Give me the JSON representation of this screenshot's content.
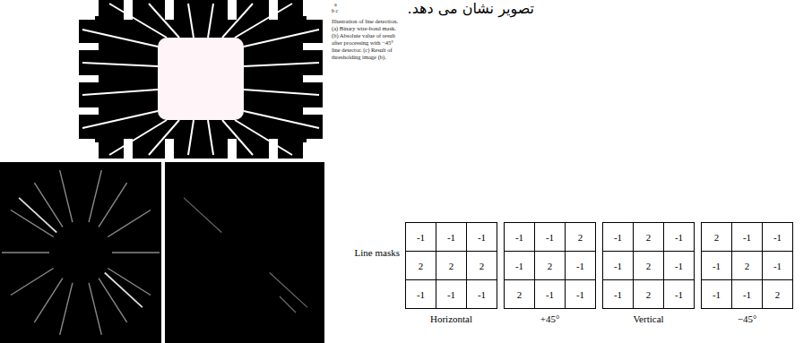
{
  "diagram": {
    "caption": "Illustration of line detection. (a) Binary wire-bond mask. (b) Absolute value of result after processing with −45° line detector. (c) Result of thresholding image (b).",
    "labels": [
      "تصویر نشان می دهد.",
      "a",
      "b c",
      "Line masks",
      "-1",
      "-1",
      "-1",
      "2",
      "2",
      "2",
      "-1",
      "-1",
      "-1",
      "-1",
      "-1",
      "2",
      "-1",
      "2",
      "-1",
      "2",
      "-1",
      "-1",
      "-1",
      "2",
      "-1",
      "-1",
      "2",
      "-1",
      "-1",
      "2",
      "-1",
      "2",
      "-1",
      "-1",
      "-1",
      "2",
      "-1",
      "-1",
      "-1",
      "2",
      "Horizontal",
      "+45°",
      "Vertical",
      "−45°"
    ]
  }
}
